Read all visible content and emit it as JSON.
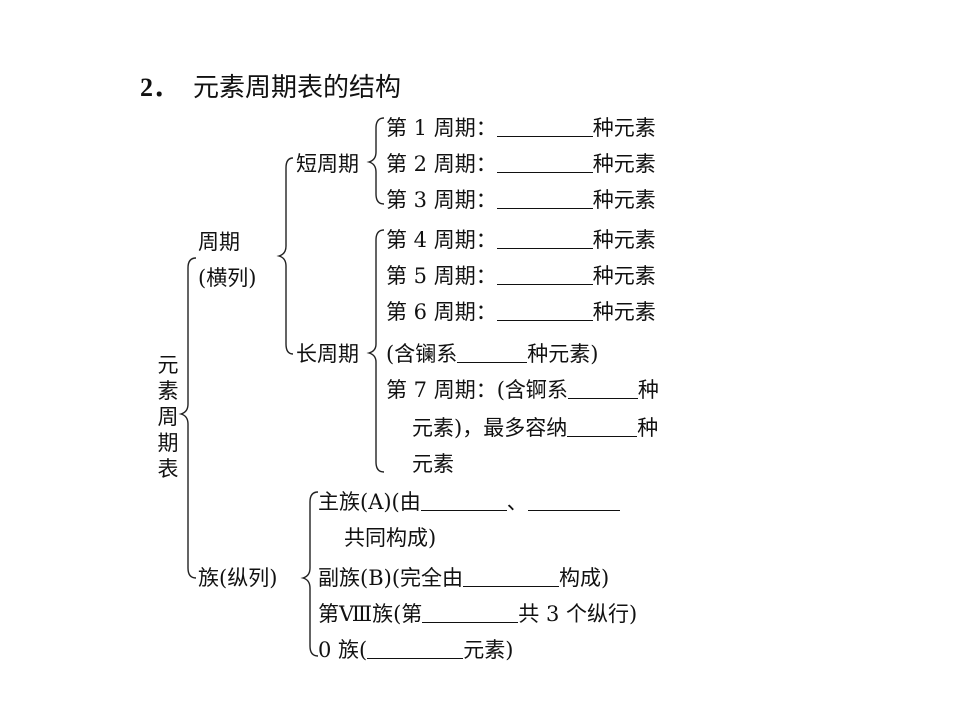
{
  "title": {
    "num": "2．",
    "text": "元素周期表的结构"
  },
  "root": "元素周期表",
  "period": {
    "label": "周期",
    "sub": "(横列)"
  },
  "short": {
    "label": "短周期",
    "rows": [
      {
        "pre": "第 1 周期：",
        "post": "种元素"
      },
      {
        "pre": "第 2 周期：",
        "post": "种元素"
      },
      {
        "pre": "第 3 周期：",
        "post": "种元素"
      }
    ]
  },
  "long": {
    "label": "长周期",
    "rows": [
      {
        "pre": "第 4 周期：",
        "post": "种元素"
      },
      {
        "pre": "第 5 周期：",
        "post": "种元素"
      },
      {
        "pre": "第 6 周期：",
        "post": "种元素"
      }
    ],
    "lanthanide": {
      "pre": "(含镧系",
      "post": "种元素)"
    },
    "p7": {
      "pre": "第 7 周期：(含锕系",
      "post1": "种",
      "mid": "元素)，最多容纳",
      "post2": "种",
      "tail": "元素"
    }
  },
  "group": {
    "label": "族(纵列)",
    "main": {
      "pre": "主族(A)(由",
      "sep": "、",
      "cont": "共同构成)"
    },
    "sub": {
      "pre": "副族(B)(完全由",
      "post": "构成)"
    },
    "viii": {
      "pre": "第Ⅷ族(第",
      "post": "共 3 个纵行)"
    },
    "zero": {
      "pre": "0 族(",
      "post": "元素)"
    }
  }
}
